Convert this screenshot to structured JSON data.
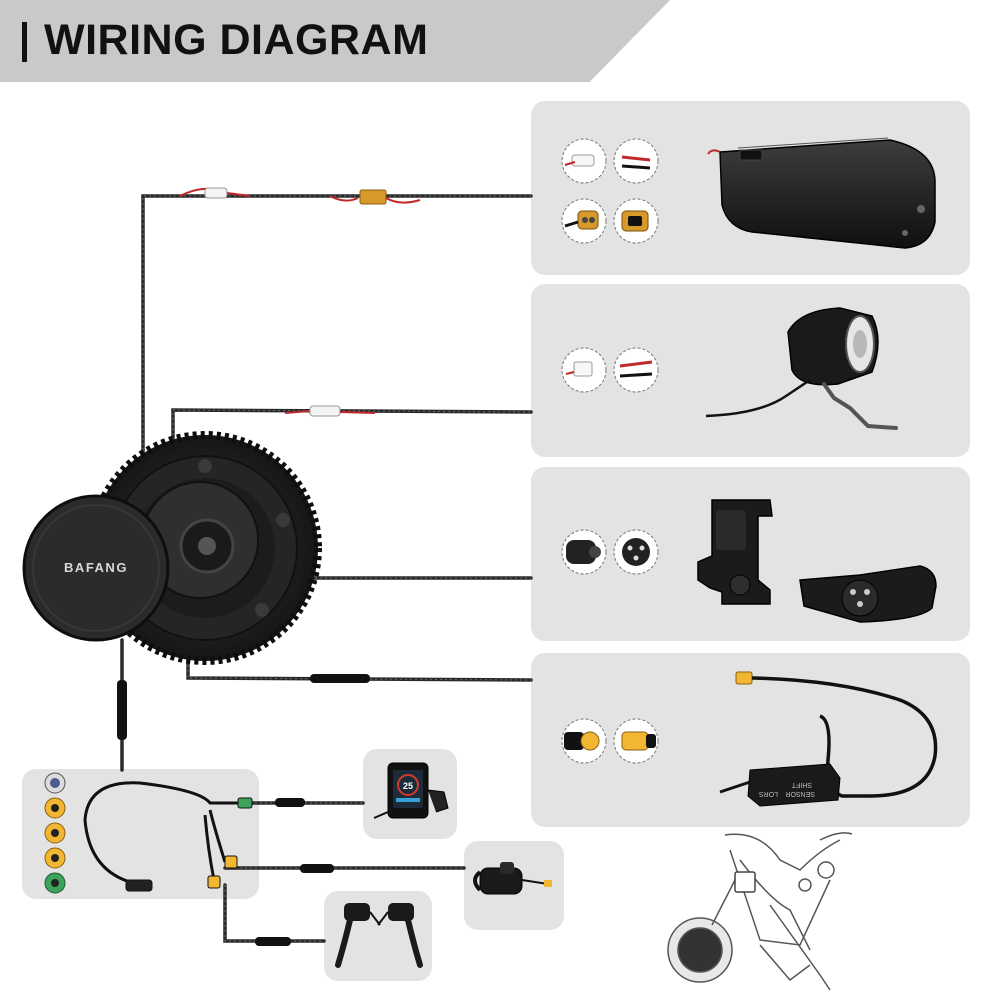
{
  "header": {
    "title": "WIRING DIAGRAM"
  },
  "motor": {
    "brand": "BAFANG"
  },
  "display": {
    "speed_reading": "25"
  },
  "speed_sensor": {
    "label_line1": "SHIFT",
    "label_line2": "SENSOR",
    "label_line3": "LORS"
  },
  "colors": {
    "banner": "#c9c9c9",
    "panel": "#e3e3e3",
    "cable": "#2a2a2a",
    "connector_yellow": "#f2b632",
    "connector_green": "#3da35a",
    "connector_blue": "#4b5c8a",
    "wire_red": "#c0282a"
  },
  "panels": [
    {
      "id": "battery",
      "connectors": [
        "white-plug-icon",
        "red-black-leads-icon",
        "xt60-female-icon",
        "xt60-male-icon"
      ]
    },
    {
      "id": "headlight",
      "connectors": [
        "white-plug-icon",
        "red-black-leads-icon"
      ]
    },
    {
      "id": "throttle-speed-sensor",
      "connectors": [
        "round-connector-icon",
        "three-pin-connector-icon"
      ]
    },
    {
      "id": "shift-sensor",
      "connectors": [
        "yellow-connector-icon",
        "yellow-pin-connector-icon"
      ]
    },
    {
      "id": "harness",
      "connectors": [
        "blue-connector-icon",
        "yellow-connector-icon",
        "yellow-connector-icon",
        "yellow-connector-icon",
        "green-connector-icon"
      ]
    }
  ]
}
